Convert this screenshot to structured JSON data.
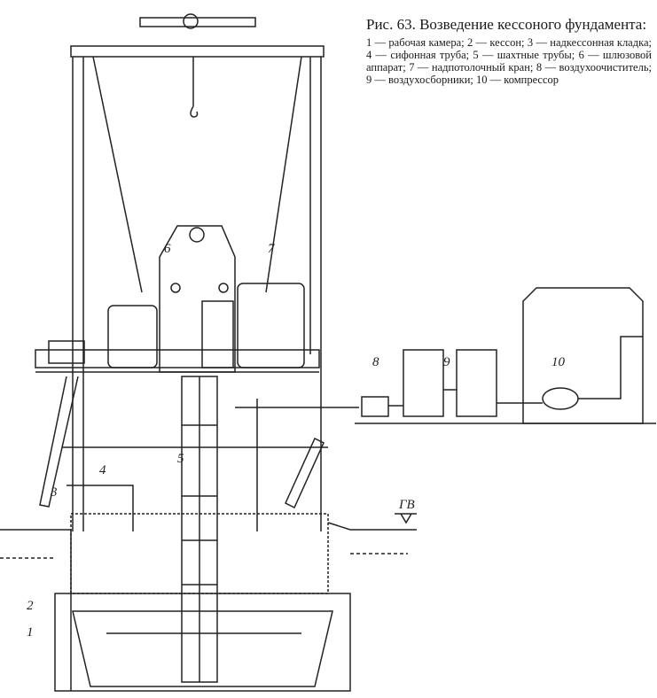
{
  "caption": {
    "title": "Рис. 63. Возведение кессоного фундамента:",
    "legend": "1 — рабочая камера; 2 — кессон; 3 — надкессонная кладка; 4 — сифонная труба; 5 — шахтные трубы; 6 — шлюзовой аппарат; 7 — надпотолочный кран; 8 — воздухоочиститель; 9 — воздухосборники; 10 — компрессор"
  },
  "labels": {
    "l1": "1",
    "l2": "2",
    "l3": "3",
    "l4": "4",
    "l5": "5",
    "l6": "6",
    "l7": "7",
    "l8": "8",
    "l9": "9",
    "l10": "10",
    "gv": "ГВ"
  }
}
